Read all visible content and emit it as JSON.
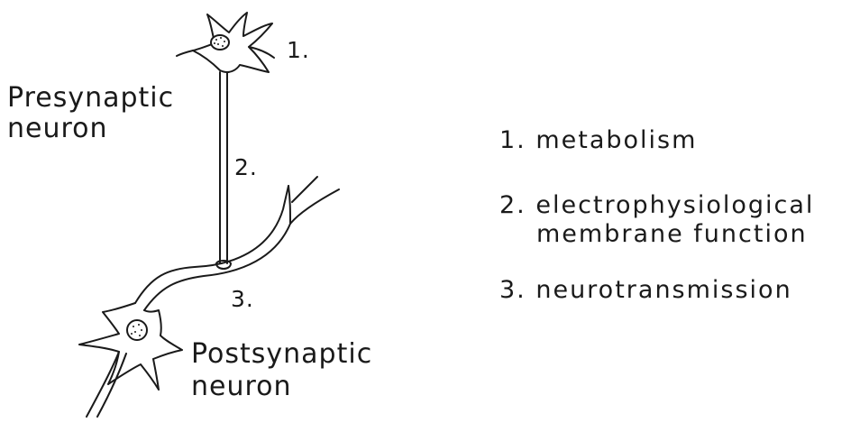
{
  "labels": {
    "presynaptic": [
      "Presynaptic",
      "neuron"
    ],
    "postsynaptic": [
      "Postsynaptic",
      "neuron"
    ],
    "marker_1": "1.",
    "marker_2": "2.",
    "marker_3": "3."
  },
  "legend": {
    "item1": "1.  metabolism",
    "item2_line1": "2.  electrophysiological",
    "item2_line2": "membrane  function",
    "item3": "3.  neurotransmission"
  }
}
